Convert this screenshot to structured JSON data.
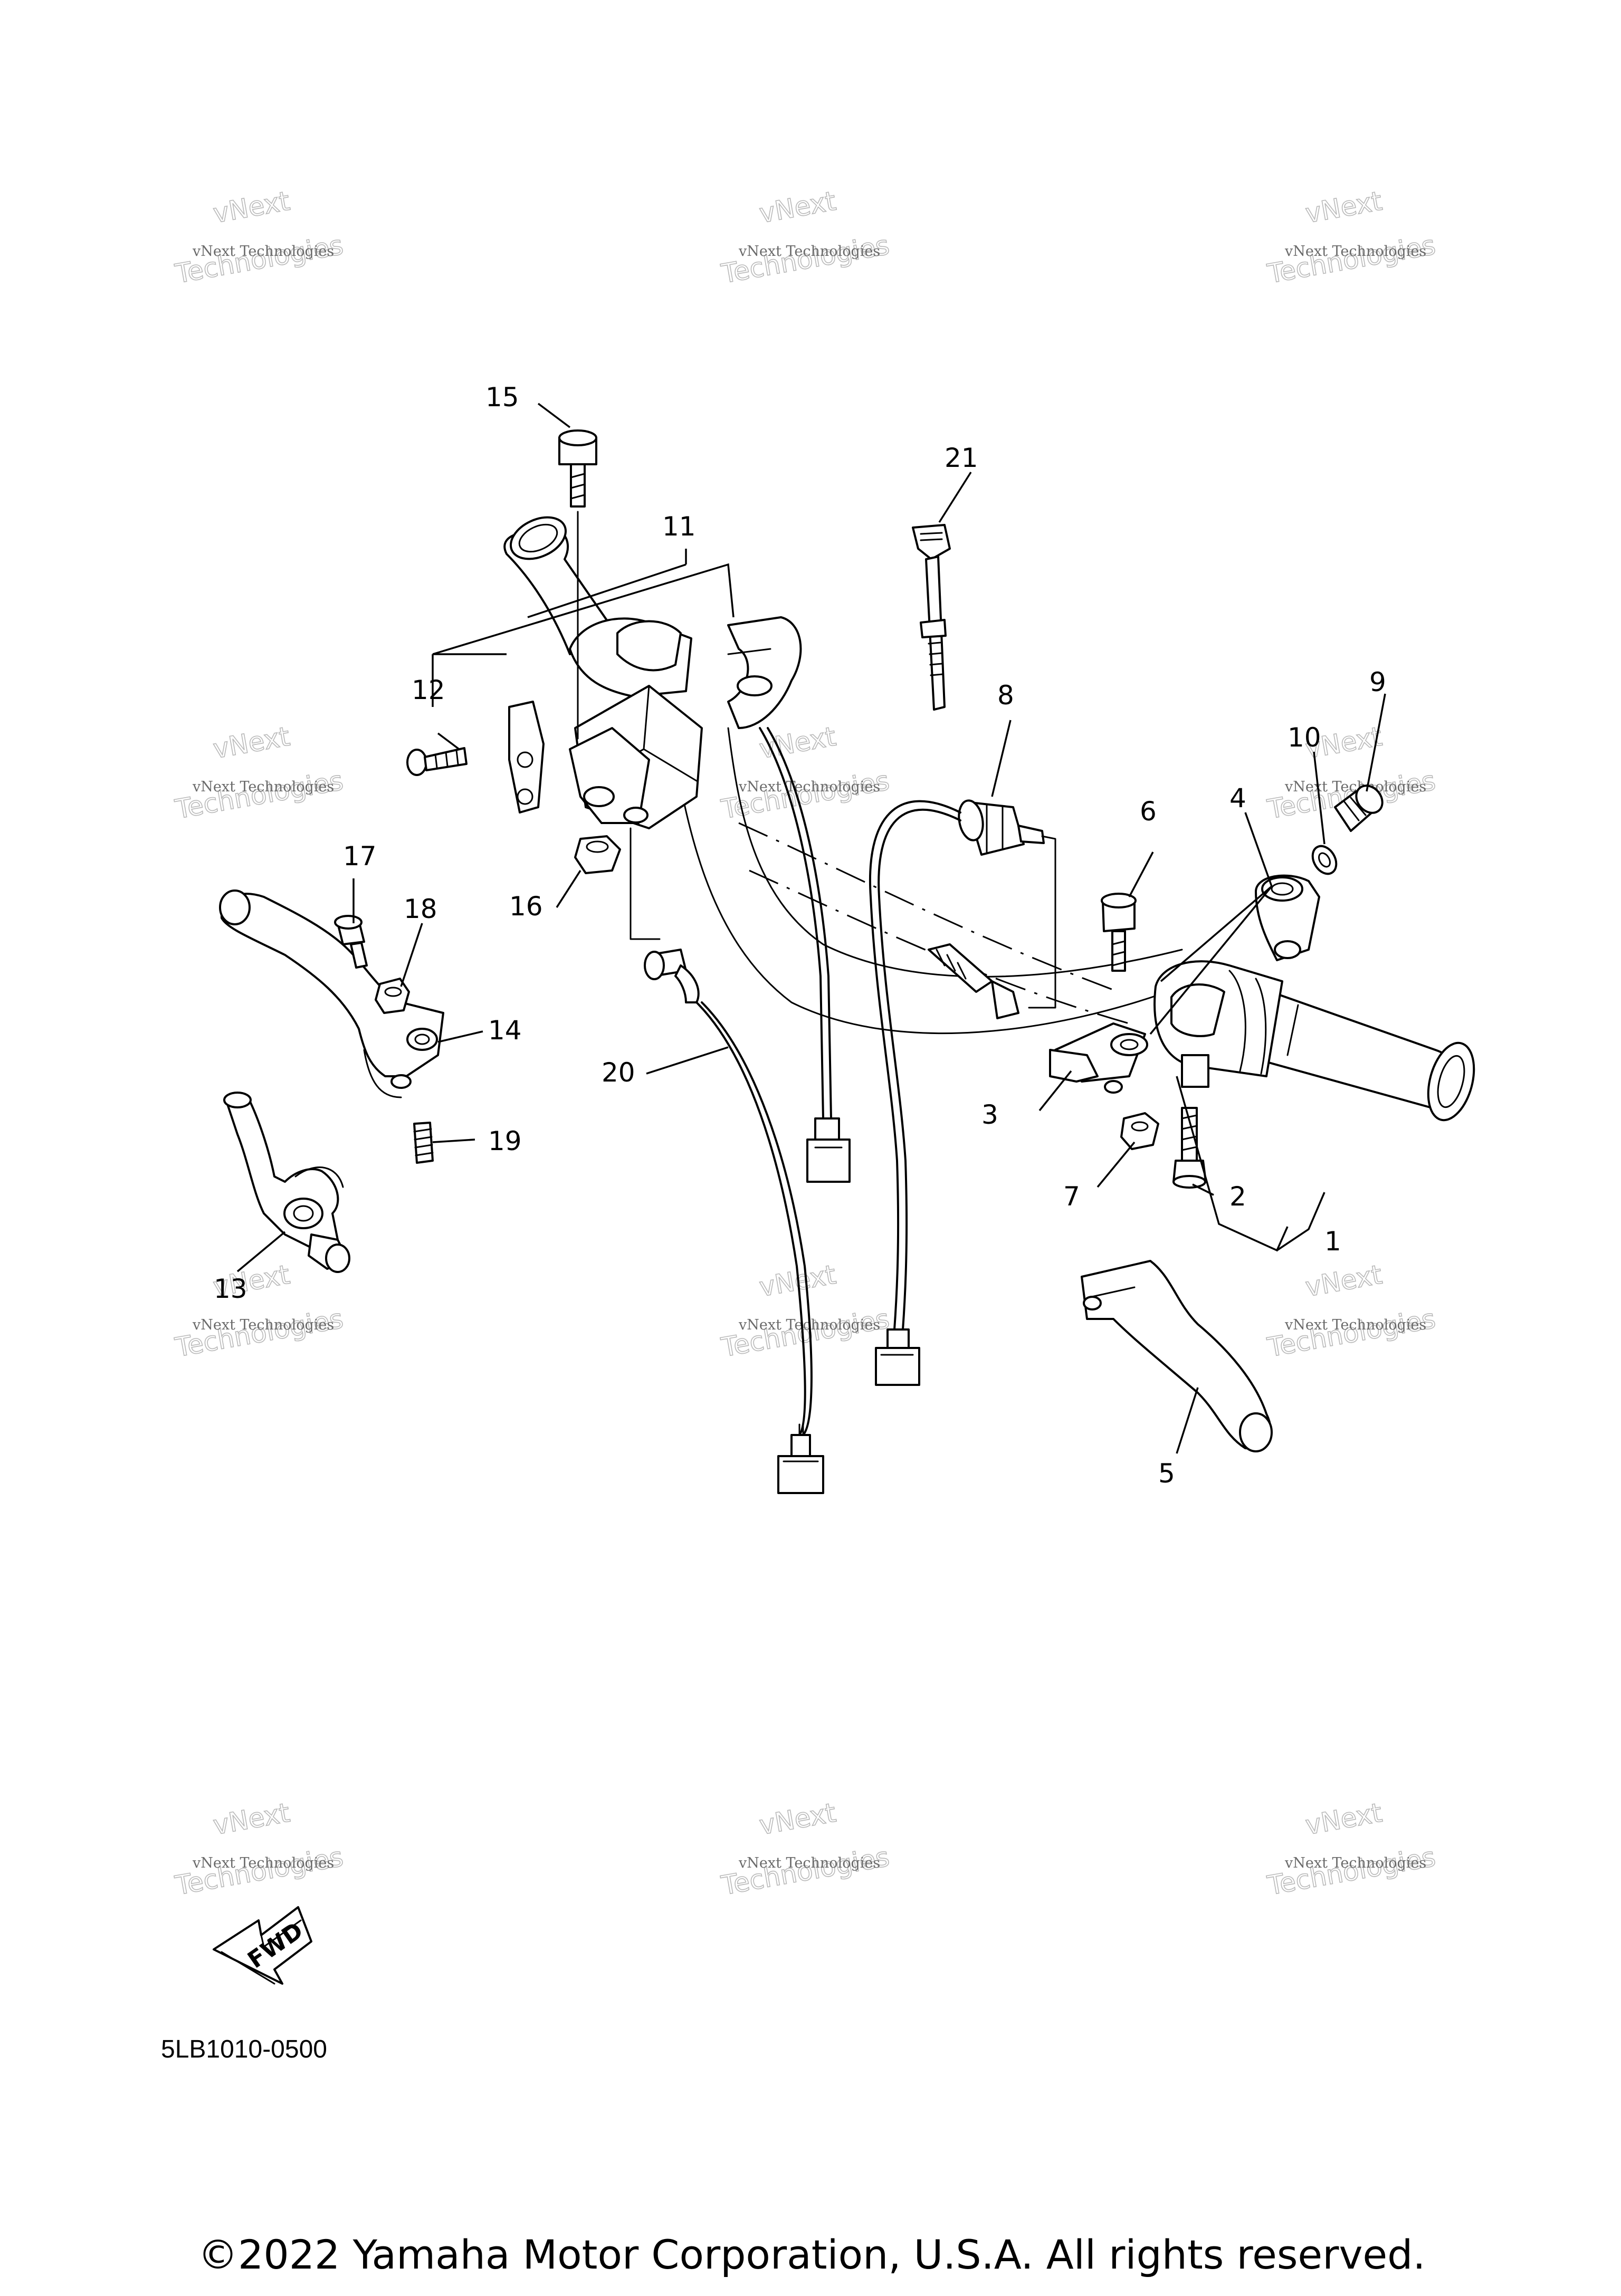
{
  "diagram": {
    "part_callouts": [
      "1",
      "2",
      "3",
      "4",
      "5",
      "6",
      "7",
      "8",
      "9",
      "10",
      "11",
      "12",
      "13",
      "14",
      "15",
      "16",
      "17",
      "18",
      "19",
      "20",
      "21"
    ],
    "watermark": {
      "line_small": "vNext Technologies",
      "line_large_1": "vNext",
      "line_large_2": "Technologies"
    },
    "direction_arrow_label": "FWD",
    "diagram_code": "5LB1010-0500",
    "copyright": "©2022 Yamaha Motor Corporation, U.S.A. All rights reserved."
  }
}
